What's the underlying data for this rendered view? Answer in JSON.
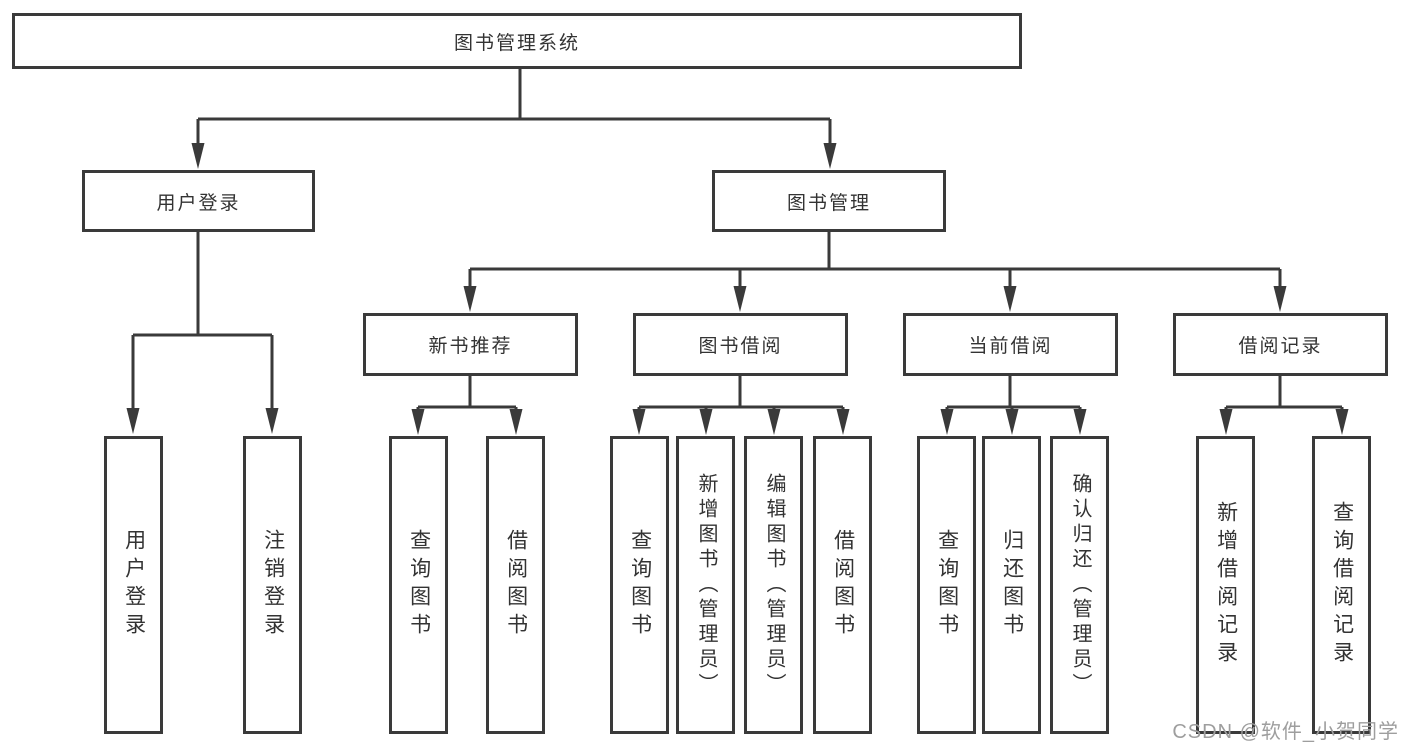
{
  "title": "图书管理系统",
  "watermark": "CSDN @软件_小贺同学",
  "tree": {
    "user_login": {
      "label": "用户登录",
      "children": [
        "用户登录",
        "注销登录"
      ]
    },
    "book_mgmt": {
      "label": "图书管理",
      "sections": [
        {
          "label": "新书推荐",
          "children": [
            "查询图书",
            "借阅图书"
          ]
        },
        {
          "label": "图书借阅",
          "children": [
            "查询图书",
            "新增图书（管理员）",
            "编辑图书（管理员）",
            "借阅图书"
          ]
        },
        {
          "label": "当前借阅",
          "children": [
            "查询图书",
            "归还图书",
            "确认归还（管理员）"
          ]
        },
        {
          "label": "借阅记录",
          "children": [
            "新增借阅记录",
            "查询借阅记录"
          ]
        }
      ]
    }
  }
}
